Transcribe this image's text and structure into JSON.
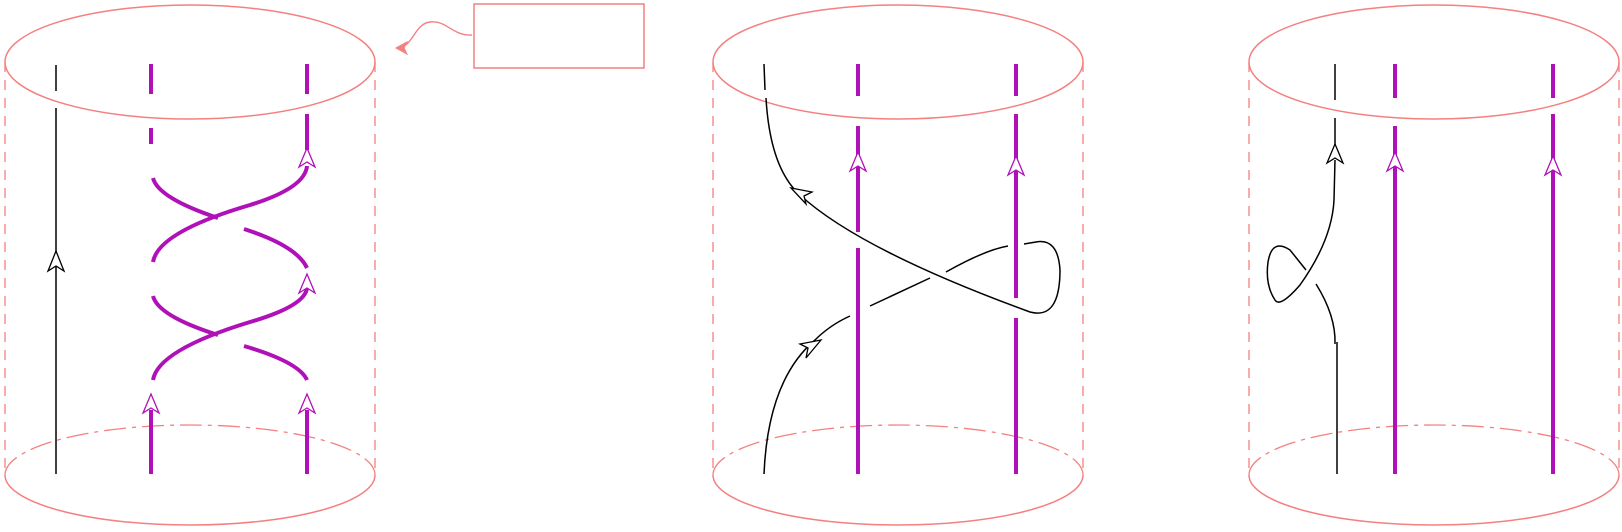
{
  "colors": {
    "cylinder": "#f48080",
    "black_strand": "#000000",
    "magenta_strand": "#b010b8",
    "background": "#ffffff"
  },
  "diagram": {
    "panels": [
      {
        "name": "braid-panel-left",
        "description_hidden": true
      },
      {
        "name": "braid-panel-middle",
        "description_hidden": true
      },
      {
        "name": "braid-panel-right",
        "description_hidden": true
      }
    ],
    "callout_box_label": ""
  }
}
